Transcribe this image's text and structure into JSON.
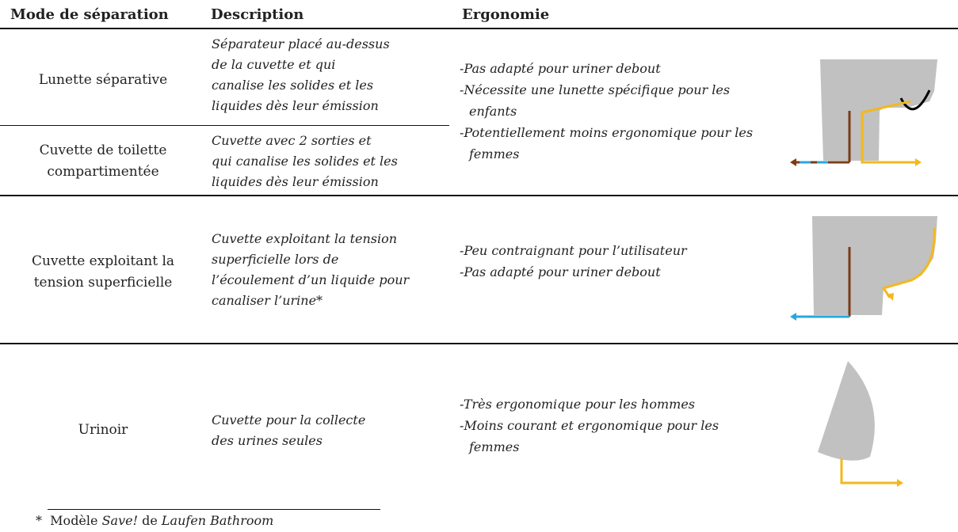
{
  "headers": {
    "mode": "Mode de séparation",
    "description": "Description",
    "ergonomie": "Ergonomie"
  },
  "rows": [
    {
      "mode": [
        "Lunette séparative"
      ],
      "description": [
        "Séparateur placé au-dessus",
        "de la cuvette et qui",
        "canalise les solides et les",
        "liquides dès leur émission"
      ]
    },
    {
      "mode": [
        "Cuvette de toilette",
        "compartimentée"
      ],
      "description": [
        "Cuvette avec 2 sorties et",
        "qui canalise les solides et les",
        "liquides dès leur émission"
      ]
    },
    {
      "mode": [
        "Cuvette exploitant la",
        "tension superficielle"
      ],
      "description": [
        "Cuvette exploitant la tension",
        "superficielle lors de",
        "l’écoulement d’un liquide pour",
        "canaliser l’urine*"
      ]
    },
    {
      "mode": [
        "Urinoir"
      ],
      "description": [
        "Cuvette pour la collecte",
        "des urines seules"
      ]
    }
  ],
  "ergonomie": [
    [
      "Pas adapté pour uriner debout",
      "Nécessite une lunette spécifique pour les enfants",
      "Potentiellement moins ergonomique pour les femmes"
    ],
    [
      "Peu contraignant pour l’utilisateur",
      "Pas adapté pour uriner debout"
    ],
    [
      "Très ergonomique pour les hommes",
      "Moins courant et ergonomique pour les femmes"
    ]
  ],
  "footnote": {
    "mark": "*",
    "model_word": "Modèle",
    "model": "Save!",
    "de": "de",
    "brand": "Laufen Bathroom"
  },
  "colors": {
    "bowl": "#c1c1c1",
    "urine": "#f2b81e",
    "solids": "#7b3b17",
    "water": "#2aa6e0",
    "seat": "#000000",
    "rule": "#111111"
  }
}
